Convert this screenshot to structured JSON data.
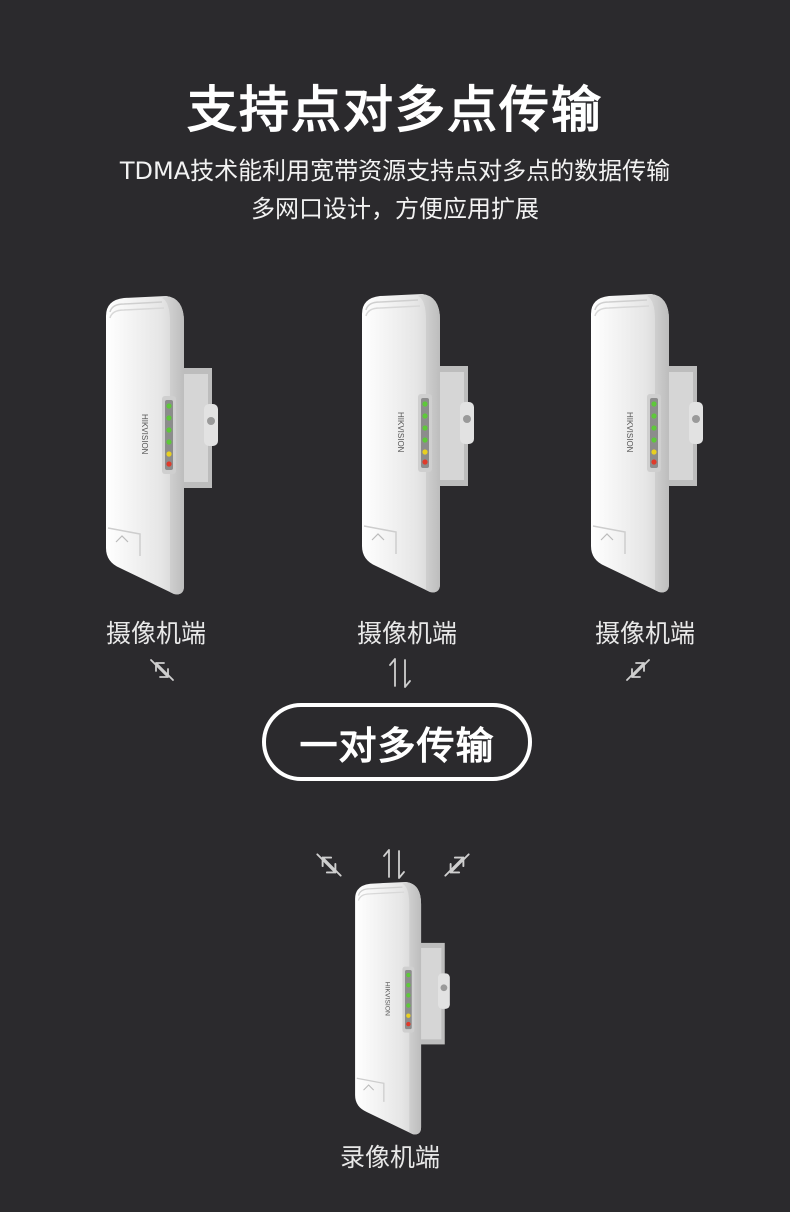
{
  "title": "支持点对多点传输",
  "subtitle_line1": "TDMA技术能利用宽带资源支持点对多点的数据传输",
  "subtitle_line2": "多网口设计，方便应用扩展",
  "device_brand": "HIKVISION",
  "camera_label": "摄像机端",
  "recorder_label": "录像机端",
  "center_label": "一对多传输",
  "icons": [
    "diagonal-exchange-arrows-icon",
    "vertical-exchange-arrows-icon"
  ],
  "colors": {
    "background": "#2b2a2d",
    "device": "#e9e9e9",
    "led_green": "#5ec83a",
    "led_yellow": "#e8d020",
    "led_red": "#e03a2a"
  }
}
